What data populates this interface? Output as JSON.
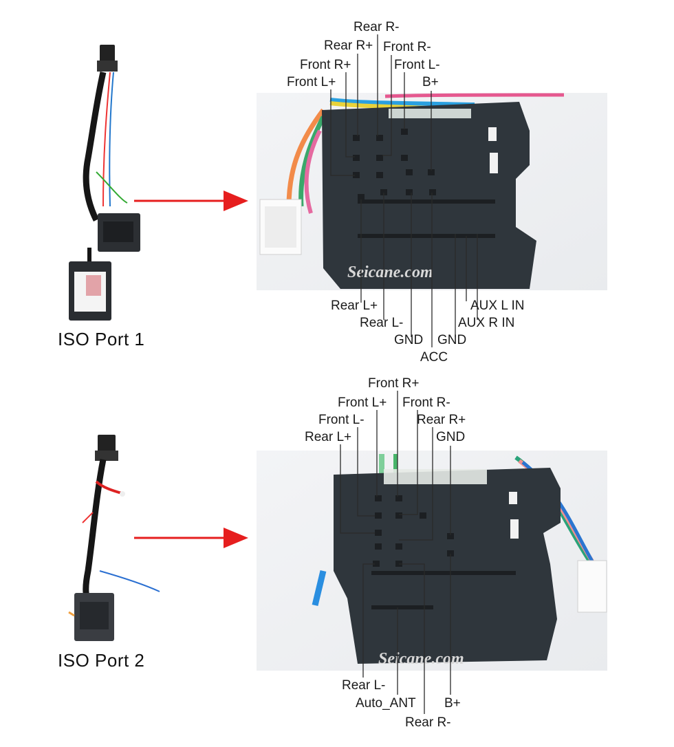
{
  "watermark": "Seicane.com",
  "colors": {
    "arrow": "#e61e1e",
    "connector": "#2f363c",
    "label": "#1a1a1a",
    "lead": "#2a2a2a"
  },
  "port1": {
    "title": "ISO Port 1",
    "pins_top": [
      "Rear R-",
      "Rear R+",
      "Front R-",
      "Front R+",
      "Front L-",
      "Front L+",
      "B+"
    ],
    "pins_bottom": [
      "Rear L+",
      "Rear L-",
      "GND",
      "GND",
      "ACC",
      "AUX L IN",
      "AUX R IN"
    ]
  },
  "port2": {
    "title": "ISO Port 2",
    "pins_top": [
      "Front R+",
      "Front L+",
      "Front R-",
      "Front L-",
      "Rear R+",
      "Rear L+",
      "GND"
    ],
    "pins_bottom": [
      "Rear L-",
      "Auto_ANT",
      "B+",
      "Rear R-"
    ]
  }
}
